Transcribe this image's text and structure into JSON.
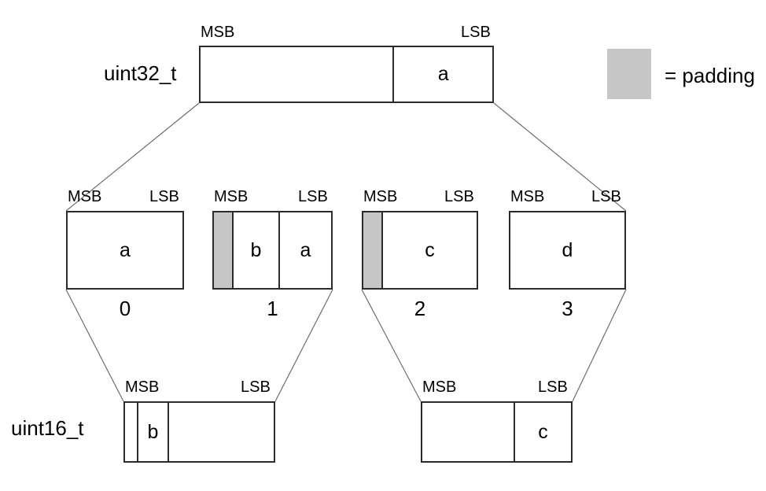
{
  "legend": {
    "swatch_name": "padding-swatch",
    "text": "= padding",
    "color": "#c6c6c6"
  },
  "labels": {
    "msb": "MSB",
    "lsb": "LSB"
  },
  "uint32": {
    "type_label": "uint32_t",
    "msb": "MSB",
    "lsb": "LSB",
    "cells": [
      {
        "text": "",
        "pad": false
      },
      {
        "text": "a",
        "pad": false
      }
    ]
  },
  "bytes": [
    {
      "index_label": "0",
      "msb": "MSB",
      "lsb": "LSB",
      "cells": [
        {
          "text": "a",
          "pad": false
        }
      ]
    },
    {
      "index_label": "1",
      "msb": "MSB",
      "lsb": "LSB",
      "cells": [
        {
          "text": "",
          "pad": true
        },
        {
          "text": "b",
          "pad": false
        },
        {
          "text": "a",
          "pad": false
        }
      ]
    },
    {
      "index_label": "2",
      "msb": "MSB",
      "lsb": "LSB",
      "cells": [
        {
          "text": "",
          "pad": true
        },
        {
          "text": "c",
          "pad": false
        }
      ]
    },
    {
      "index_label": "3",
      "msb": "MSB",
      "lsb": "LSB",
      "cells": [
        {
          "text": "d",
          "pad": false
        }
      ]
    }
  ],
  "uint16_left": {
    "type_label": "uint16_t",
    "msb": "MSB",
    "lsb": "LSB",
    "cells": [
      {
        "text": "",
        "pad": false
      },
      {
        "text": "b",
        "pad": false
      },
      {
        "text": "",
        "pad": false
      }
    ]
  },
  "uint16_right": {
    "msb": "MSB",
    "lsb": "LSB",
    "cells": [
      {
        "text": "",
        "pad": false
      },
      {
        "text": "c",
        "pad": false
      }
    ]
  },
  "colors": {
    "box_border": "#2b2b2b",
    "padding": "#c6c6c6",
    "connector": "#6e6e6e",
    "background": "#ffffff"
  }
}
